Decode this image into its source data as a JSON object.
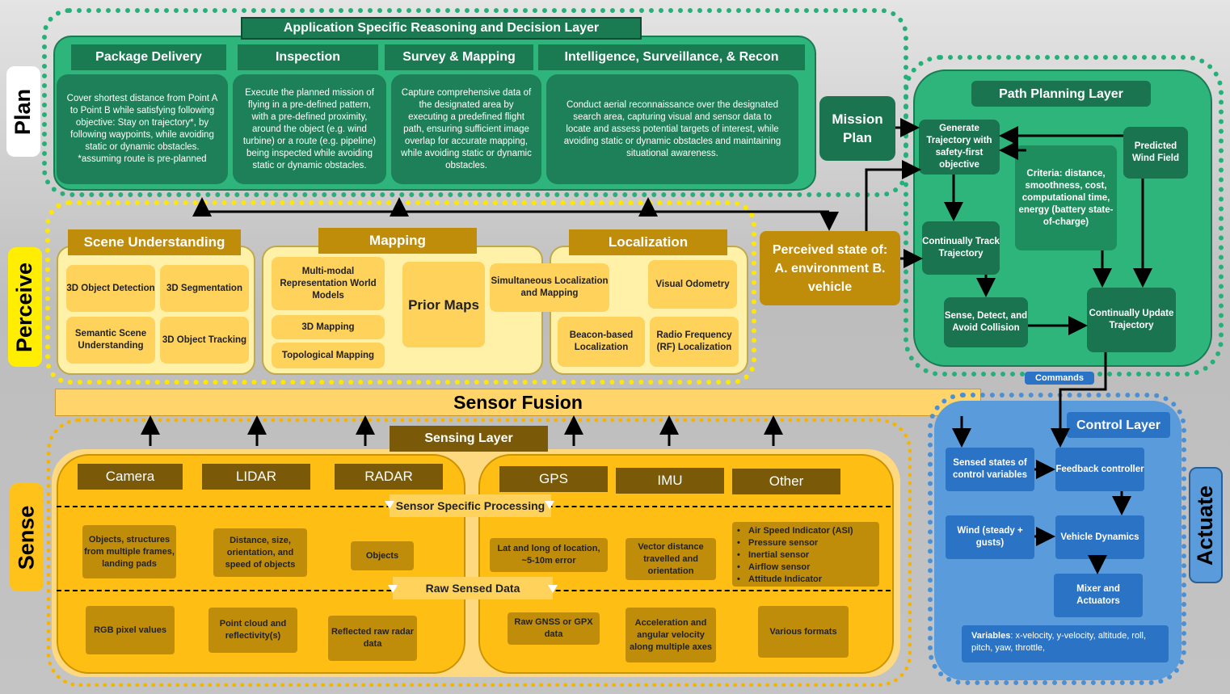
{
  "side_labels": {
    "plan": "Plan",
    "perceive": "Perceive",
    "sense": "Sense",
    "actuate": "Actuate"
  },
  "plan": {
    "title": "Application Specific Reasoning and Decision Layer",
    "columns": [
      {
        "header": "Package Delivery",
        "body": "Cover shortest distance from Point A to Point B while satisfying following objective: Stay on trajectory*, by following waypoints, while avoiding static or dynamic obstacles. *assuming route is pre-planned"
      },
      {
        "header": "Inspection",
        "body": "Execute the planned mission of flying in a pre-defined pattern, with a pre-defined proximity, around the object (e.g. wind turbine) or a route (e.g. pipeline) being inspected while avoiding static or dynamic obstacles."
      },
      {
        "header": "Survey & Mapping",
        "body": "Capture comprehensive data of the designated area by executing a predefined flight path, ensuring sufficient image overlap for accurate mapping, while avoiding static or dynamic obstacles."
      },
      {
        "header": "Intelligence, Surveillance, & Recon",
        "body": "Conduct aerial reconnaissance over the designated search area, capturing visual and sensor data to locate and assess potential targets of interest, while avoiding static or dynamic obstacles and maintaining situational awareness."
      }
    ],
    "mission_plan": "Mission Plan"
  },
  "path_planning": {
    "title": "Path Planning Layer",
    "generate": "Generate Trajectory with safety-first objective",
    "criteria": "Criteria: distance, smoothness, cost, computational time, energy (battery state-of-charge)",
    "wind": "Predicted Wind Field",
    "track": "Continually Track Trajectory",
    "sda": "Sense, Detect, and Avoid Collision",
    "update": "Continually Update Trajectory"
  },
  "perceive": {
    "scene": {
      "header": "Scene Understanding",
      "items": [
        "3D Object Detection",
        "3D Segmentation",
        "Semantic Scene Understanding",
        "3D Object Tracking"
      ]
    },
    "mapping": {
      "header": "Mapping",
      "items": [
        "Multi-modal Representation World Models",
        "3D Mapping",
        "Topological Mapping",
        "Prior Maps"
      ]
    },
    "localization": {
      "header": "Localization",
      "items": [
        "Simultaneous Localization and Mapping",
        "Visual Odometry",
        "Beacon-based Localization",
        "Radio Frequency (RF) Localization"
      ]
    },
    "perceived_state": "Perceived state of: A. environment B. vehicle"
  },
  "sensor_fusion": "Sensor Fusion",
  "sense": {
    "title": "Sensing Layer",
    "sensors": [
      "Camera",
      "LIDAR",
      "RADAR",
      "GPS",
      "IMU",
      "Other"
    ],
    "ssp": "Sensor Specific Processing",
    "raw": "Raw Sensed Data",
    "processed": [
      "Objects, structures from multiple frames, landing pads",
      "Distance, size, orientation, and speed of objects",
      "Objects",
      "Lat and long of location, ~5-10m error",
      "Vector distance travelled and orientation"
    ],
    "other_list": [
      "Air Speed Indicator (ASI)",
      "Pressure sensor",
      "Inertial sensor",
      "Airflow sensor",
      "Attitude Indicator"
    ],
    "raw_items": [
      "RGB pixel values",
      "Point cloud and reflectivity(s)",
      "Reflected raw radar data",
      "Raw GNSS or GPX data",
      "Acceleration and angular velocity along multiple axes",
      "Various formats"
    ]
  },
  "control": {
    "commands": "Commands",
    "title": "Control Layer",
    "sensed": "Sensed states of control variables",
    "feedback": "Feedback controller",
    "wind": "Wind (steady + gusts)",
    "dynamics": "Vehicle Dynamics",
    "mixer": "Mixer and Actuators",
    "variables_label": "Variables",
    "variables": ": x-velocity, y-velocity, altitude, roll, pitch, yaw, throttle,"
  },
  "colors": {
    "green": "#2db57c",
    "dark_green": "#1a7a52",
    "yellow": "#fff2a8",
    "gold": "#c08d0a",
    "orange": "#ffbe14",
    "blue": "#5a9bdb"
  }
}
